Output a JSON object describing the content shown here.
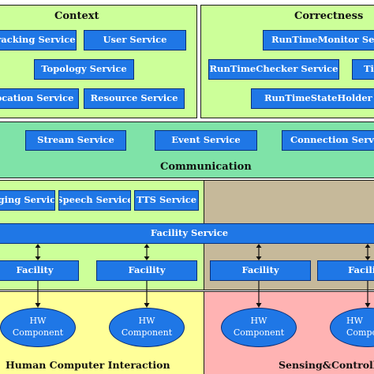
{
  "colors": {
    "context_bg": "#ccff99",
    "correctness_bg": "#ccff99",
    "communication_bg": "#7fe3a8",
    "left_panel_bg": "#ccff99",
    "right_panel_bg": "#c6b99a",
    "hci_bg": "#ffff99",
    "sensing_bg": "#ffb3b3",
    "service_box": "#1f77e6",
    "service_border": "#0a2f78"
  },
  "context": {
    "title": "Context",
    "services": [
      "Tracking Service",
      "User Service",
      "Topology Service",
      "Location Service",
      "Resource Service"
    ]
  },
  "correctness": {
    "title": "Correctness",
    "services": [
      "RunTimeMonitor Service",
      "RunTimeChecker Service",
      "Timer Service",
      "RunTimeStateHolder Service"
    ]
  },
  "communication": {
    "title": "Communication",
    "services": [
      "Stream Service",
      "Event Service",
      "Connection Service"
    ]
  },
  "interaction_services": [
    "Imaging Service",
    "Speech Service",
    "TTS Service"
  ],
  "facility_service": "Facility Service",
  "facility_label": "Facility",
  "hw_component": {
    "line1": "HW",
    "line2": "Component"
  },
  "bottom_left": {
    "title": "Human Computer Interaction"
  },
  "bottom_right": {
    "title": "Sensing&Controlling"
  }
}
